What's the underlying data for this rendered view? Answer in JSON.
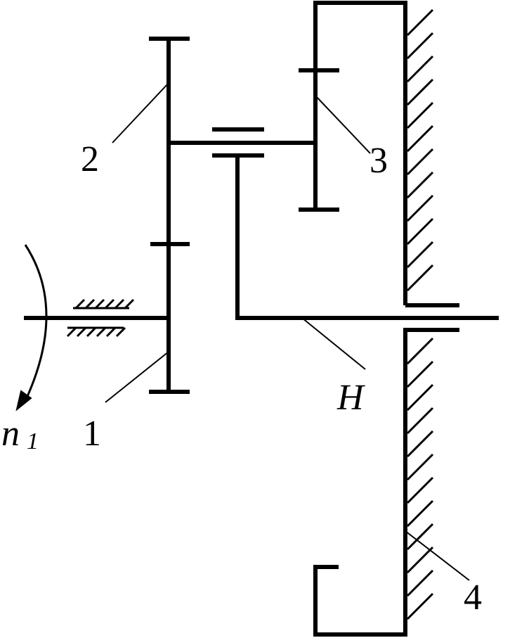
{
  "labels": {
    "gear_1": "1",
    "gear_2": "2",
    "gear_3": "3",
    "gear_4": "4",
    "carrier": "H",
    "speed_symbol": "n",
    "speed_subscript": "1"
  }
}
